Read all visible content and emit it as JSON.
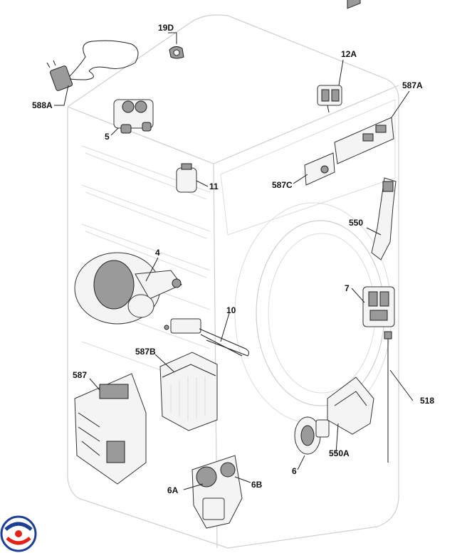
{
  "callouts": [
    {
      "key": "19D",
      "text": "19D"
    },
    {
      "key": "12A",
      "text": "12A"
    },
    {
      "key": "588A",
      "text": "588A"
    },
    {
      "key": "587A",
      "text": "587A"
    },
    {
      "key": "5",
      "text": "5"
    },
    {
      "key": "587C",
      "text": "587C"
    },
    {
      "key": "11",
      "text": "11"
    },
    {
      "key": "550",
      "text": "550"
    },
    {
      "key": "4",
      "text": "4"
    },
    {
      "key": "7",
      "text": "7"
    },
    {
      "key": "10",
      "text": "10"
    },
    {
      "key": "587B",
      "text": "587B"
    },
    {
      "key": "587",
      "text": "587"
    },
    {
      "key": "518",
      "text": "518"
    },
    {
      "key": "550A",
      "text": "550A"
    },
    {
      "key": "6",
      "text": "6"
    },
    {
      "key": "6A",
      "text": "6A"
    },
    {
      "key": "6B",
      "text": "6B"
    }
  ],
  "colors": {
    "logo_blue": "#1c3f95",
    "logo_red": "#e2231a"
  }
}
